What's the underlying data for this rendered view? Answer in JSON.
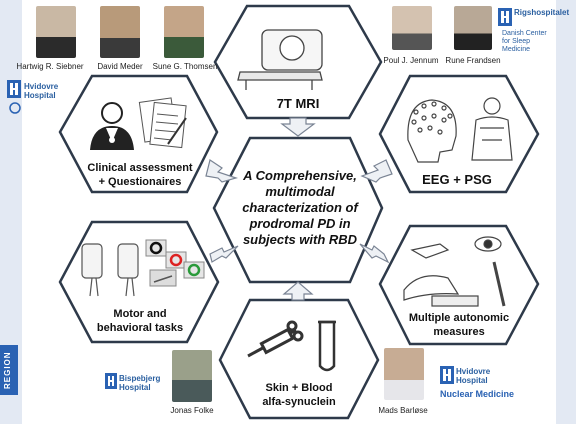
{
  "people": {
    "siebner": "Hartwig R. Siebner",
    "meder": "David Meder",
    "thomsen": "Sune G. Thomsen",
    "jennum": "Poul J. Jennum",
    "frandsen": "Rune Frandsen",
    "folke": "Jonas Folke",
    "barlose": "Mads Barløse"
  },
  "logos": {
    "rigshospitalet": "Rigshospitalet",
    "danish_center": [
      "Danish Center",
      "for Sleep",
      "Medicine"
    ],
    "hvidovre_top": [
      "Hvidovre",
      "Hospital"
    ],
    "bispebjerg": [
      "Bispebjerg",
      "Hospital"
    ],
    "hvidovre_bottom": [
      "Hvidovre",
      "Hospital"
    ],
    "nuclear_medicine": "Nuclear Medicine",
    "region": "REGION"
  },
  "hexes": {
    "mri": "7T MRI",
    "clinical": [
      "Clinical assessment",
      "+ Questionaires"
    ],
    "eeg": "EEG + PSG",
    "motor": [
      "Motor and",
      "behavioral tasks"
    ],
    "autonomic": [
      "Multiple autonomic",
      "measures"
    ],
    "skin": [
      "Skin + Blood",
      "alfa-synuclein"
    ]
  },
  "center": [
    "A Comprehensive,",
    "multimodal",
    "characterization of",
    "prodromal PD in",
    "subjects with RBD"
  ],
  "colors": {
    "hex_stroke": "#2e3a4a",
    "hex_fill": "#ffffff",
    "arrow_fill": "#eef1f5",
    "arrow_stroke": "#7a8494",
    "logo_blue": "#2a62b3",
    "bg_panel": "#dfe6f1"
  }
}
